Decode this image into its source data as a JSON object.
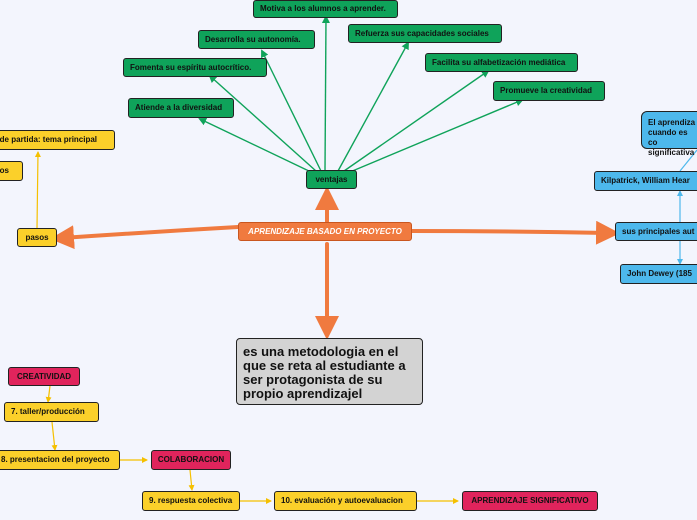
{
  "central": {
    "label": "APRENDIZAJE BASADO EN PROYECTO"
  },
  "definition": {
    "text": "es una metodologia en el que se reta al estudiante a ser protagonista de su propio aprendizajel"
  },
  "ventajas": {
    "label": "ventajas",
    "items": [
      "Motiva a los alumnos a aprender.",
      "Desarrolla su autonomía.",
      "Refuerza sus capacidades sociales",
      "Fomenta su espíritu autocrítico.",
      "Facilita su alfabetización mediática",
      "Atiende a la diversidad",
      "Promueve la creatividad"
    ]
  },
  "pasos": {
    "label": "pasos",
    "items": [
      "e de partida: tema principal",
      "ivos"
    ]
  },
  "autores": {
    "label": "sus principales aut",
    "items": [
      "Kilpatrick, William Hear",
      "John Dewey (185"
    ],
    "note": "El aprendiza cuando es co significativa"
  },
  "proceso": {
    "items": [
      "CREATIVIDAD",
      "7. taller/producción",
      "8. presentacion del proyecto",
      "COLABORACION",
      "9. respuesta colectiva",
      "10. evaluación y autoevaluacion",
      "APRENDIZAJE SIGNIFICATIVO"
    ]
  },
  "colors": {
    "central": "#f07a3f",
    "green": "#0fa35a",
    "yellow": "#fbd02a",
    "blue": "#4db8ec",
    "pink": "#e0245c",
    "gray": "#d3d3d3"
  }
}
